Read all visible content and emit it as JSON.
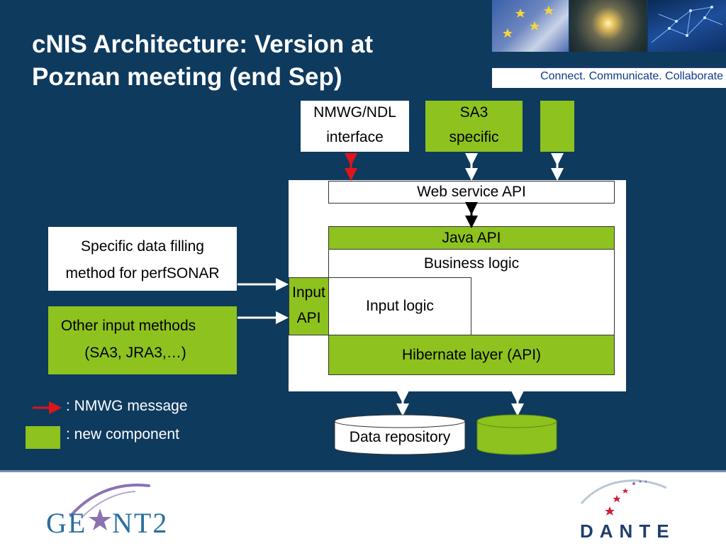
{
  "slide": {
    "title_line1": "cNIS Architecture: Version at",
    "title_line2": "Poznan meeting (end Sep)",
    "tagline": "Connect. Communicate. Collaborate"
  },
  "diagram": {
    "top_boxes": {
      "nmwg_line1": "NMWG/NDL",
      "nmwg_line2": "interface",
      "sa3_line1": "SA3",
      "sa3_line2": "specific"
    },
    "layers": {
      "web_service_api": "Web service API",
      "java_api": "Java API",
      "business_logic": "Business logic",
      "input_logic": "Input logic",
      "input_api_line1": "Input",
      "input_api_line2": "API",
      "hibernate_layer": "Hibernate layer (API)"
    },
    "inputs": {
      "perfsonar_line1": "Specific data filling",
      "perfsonar_line2": "method for perfSONAR",
      "other_line1": "Other input methods",
      "other_line2": "(SA3, JRA3,…)"
    },
    "storage": {
      "data_repository": "Data repository"
    }
  },
  "legend": {
    "nmwg_message": ": NMWG message",
    "new_component": ": new component"
  },
  "logos": {
    "geant": "GEANT2",
    "dante": "DANTE"
  },
  "colors": {
    "background": "#0e3a5e",
    "new_component": "#8dc21f",
    "nmwg_arrow": "#e0141b"
  }
}
